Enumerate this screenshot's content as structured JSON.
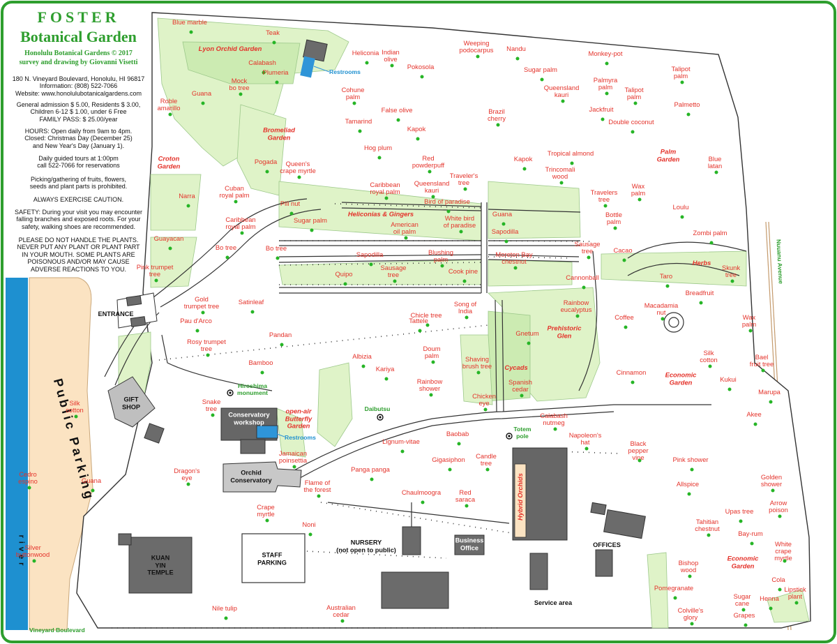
{
  "header": {
    "title_line1": "FOSTER",
    "title_line2": "Botanical Garden",
    "credit_line1": "Honolulu Botanical Gardens © 2017",
    "credit_line2": "survey and drawing by Giovanni Visetti",
    "address": "180 N. Vineyard Boulevard, Honolulu, HI  96817\nInformation: (808) 522-7066\nWebsite: www.honolulubotanicalgardens.com",
    "admission": "General admission $ 5.00, Residents $ 3.00,\nChildren 6-12 $ 1.00, under 6 Free\nFAMILY PASS: $ 25.00/year",
    "hours": "HOURS: Open daily from 9am to 4pm.\nClosed: Christmas Day (December 25)\nand New Year's Day (January 1).",
    "tours": "Daily guided tours at 1:00pm\ncall 522-7066 for reservations",
    "picking": "Picking/gathering of fruits, flowers,\nseeds and plant parts is prohibited.",
    "caution": "ALWAYS EXERCISE CAUTION.",
    "safety": "SAFETY: During your visit you may encounter\nfalling branches and exposed roots. For your\nsafety, walking shoes are recommended.",
    "warning": "PLEASE DO NOT HANDLE THE PLANTS.\nNEVER PUT ANY PLANT OR PLANT PART\nIN YOUR MOUTH.  SOME PLANTS ARE\nPOISONOUS AND/OR MAY CAUSE\nADVERSE REACTIONS TO YOU."
  },
  "colors": {
    "garden": "#dff3c8",
    "path": "#ffffff",
    "building": "#6b6b6b",
    "parking": "#fbe3c2",
    "river": "#1e90d0",
    "plant_label": "#e4322a",
    "tree_dot": "#26b526",
    "border": "#2e9e2e"
  },
  "streets": {
    "vineyard": "Vineyard Boulevard",
    "nuuanu": "Nuuanu Avenue",
    "parking": "Public Parking",
    "river": "river"
  },
  "buildings": [
    {
      "id": "entrance",
      "name": "ENTRANCE"
    },
    {
      "id": "gift",
      "name": "GIFT\nSHOP"
    },
    {
      "id": "workshop",
      "name": "Conservatory\nworkshop"
    },
    {
      "id": "conservatory",
      "name": "Orchid\nConservatory"
    },
    {
      "id": "temple",
      "name": "KUAN\nYIN\nTEMPLE"
    },
    {
      "id": "staff",
      "name": "STAFF\nPARKING"
    },
    {
      "id": "nursery",
      "name": "NURSERY\n(not open to public)"
    },
    {
      "id": "business",
      "name": "Business\nOffice"
    },
    {
      "id": "offices",
      "name": "OFFICES"
    },
    {
      "id": "service",
      "name": "Service area"
    }
  ],
  "restrooms": [
    "Restrooms",
    "Restrooms"
  ],
  "monuments": [
    "Hiroshima\nmonument",
    "Daibutsu",
    "Totem\npole"
  ],
  "areas": [
    "Lyon Orchid Garden",
    "Bromeliad\nGarden",
    "Croton\nGarden",
    "Heliconias & Gingers",
    "Palm\nGarden",
    "Herbs",
    "Prehistoric\nGlen",
    "Cycads",
    "open-air\nButterfly\nGarden",
    "Economic\nGarden",
    "Economic\nGarden",
    "Hybrid Orchids"
  ],
  "plants": [
    "Blue marble",
    "Teak",
    "Calabash",
    "Plumeria",
    "Mock\nbo tree",
    "Guana",
    "Roble\namarillo",
    "Heliconia",
    "Indian\nolive",
    "Pokosola",
    "Weeping\npodocarpus",
    "Nandu",
    "Sugar palm",
    "Monkey-pot",
    "Talipot\npalm",
    "Cohune\npalm",
    "Queensland\nkauri",
    "Palmyra\npalm",
    "Talipot\npalm",
    "Palmetto",
    "False olive",
    "Brazil\ncherry",
    "Jackfruit",
    "Double coconut",
    "Tamarind",
    "Kapok",
    "Hog plum",
    "Queen's\ncrape myrtle",
    "Pogada",
    "Red\npowderpuff",
    "Kapok",
    "Tropical almond",
    "Trincomali\nwood",
    "Blue\nlatan",
    "Cuban\nroyal palm",
    "Caribbean\nroyal palm",
    "Queensland\nkauri",
    "Traveler's\ntree",
    "Narra",
    "Pili nut",
    "Bird of paradise",
    "Travelers\ntree",
    "Wax\npalm",
    "Loulu",
    "Sugar palm",
    "American\noil palm",
    "White bird\nof paradise",
    "Guana",
    "Bottle\npalm",
    "Caribbean\nroyal palm",
    "Sapodilla",
    "Zombi palm",
    "Guayacan",
    "Bo tree",
    "Bo tree",
    "Sapodilla",
    "Blushing\npalm",
    "Moreton Bay\nchestnut",
    "Sausage\ntree",
    "Cacao",
    "Pink trumpet\ntree",
    "Sausage\ntree",
    "Quipo",
    "Cook pine",
    "Cannonball",
    "Taro",
    "Skunk\ntree",
    "Breadfruit",
    "Gold\ntrumpet tree",
    "Satinleaf",
    "Chicle tree",
    "Song of\nIndia",
    "Rainbow\neucalyptus",
    "Coffee",
    "Macadamia\nnut",
    "Wax\npalm",
    "Pau d'Arco",
    "Pandan",
    "Gnetum",
    "Rosy trumpet\ntree",
    "Doum\npalm",
    "Silk\ncotton",
    "Bael\nfruit tree",
    "Bamboo",
    "Albizia",
    "Kariya",
    "Shaving\nbrush tree",
    "Cinnamon",
    "Kukui",
    "Spanish\ncedar",
    "Rainbow\nshower",
    "Marupa",
    "Snake\ntree",
    "Chicken\neye",
    "Akee",
    "Silk\ncotton",
    "Calabash\nnutmeg",
    "Baobab",
    "Napoleon's\nhat",
    "Black\npepper\nvine",
    "Lignum-vitae",
    "Jamaican\npoinsettia",
    "Candle\ntree",
    "Gigasiphon",
    "Pink shower",
    "Dragon's\neye",
    "Panga panga",
    "Golden\nshower",
    "Cedro\nespino",
    "Guana",
    "Allspice",
    "Flame of\nthe forest",
    "Chaulmoogra",
    "Red\nsaraca",
    "Arrow\npoison",
    "Upas tree",
    "Crape\nmyrtle",
    "Tahitian\nchestnut",
    "Bay-rum",
    "Noni",
    "Silver\nbuttonwood",
    "White\ncrape\nmyrtle",
    "Bishop\nwood",
    "Cola",
    "Pomegranate",
    "Sugar\ncane",
    "Henna",
    "Lipstick\nplant",
    "Colville's\nglory",
    "Grapes",
    "Nile tulip",
    "Australian\ncedar",
    "Tattele"
  ]
}
